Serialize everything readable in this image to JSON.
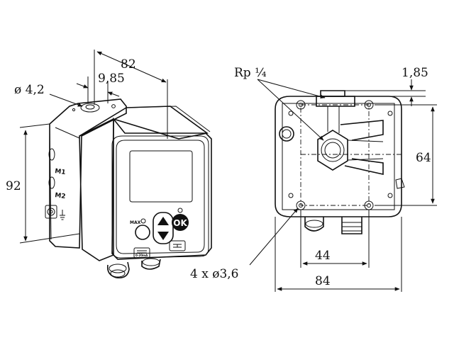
{
  "left_view": {
    "dim_width": "82",
    "dim_offset": "9,85",
    "dim_hole": "ø 4,2",
    "dim_height": "92",
    "label_m1": "M1",
    "label_m2": "M2",
    "label_max": "MAX",
    "button_ok": "OK",
    "label_range": "0-20mA"
  },
  "right_view": {
    "dim_thread": "Rp ¼",
    "dim_thickness": "1,85",
    "dim_vertical": "64",
    "dim_inner_width": "44",
    "dim_outer_width": "84",
    "dim_holes": "4 x ø3,6"
  }
}
